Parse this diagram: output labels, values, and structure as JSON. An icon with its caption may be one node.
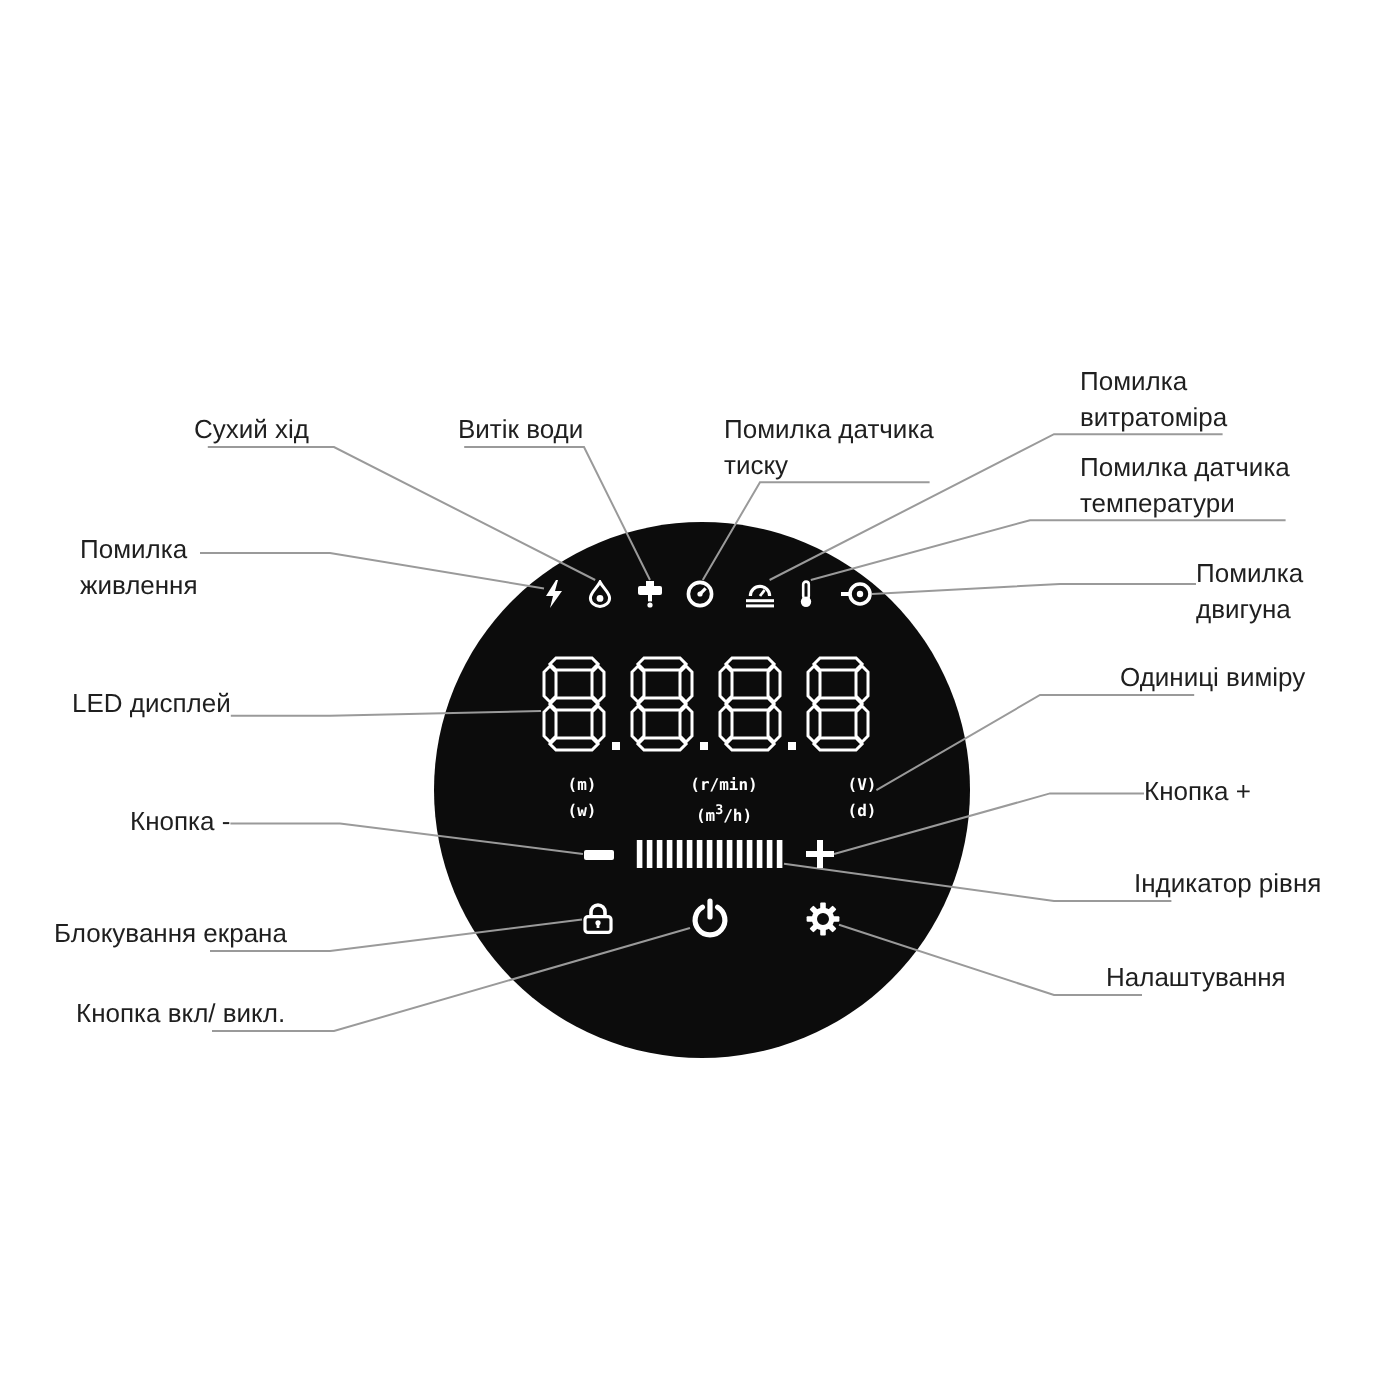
{
  "diagram": {
    "nodes": [
      {
        "text": [
          "Помилка витратоміра"
        ]
      },
      {
        "text": [
          "Сухий хід"
        ]
      },
      {
        "text": [
          "Витік води"
        ]
      },
      {
        "text": [
          "Помилка датчика тиску"
        ]
      },
      {
        "text": [
          "Помилка датчика температури"
        ]
      },
      {
        "text": [
          "Помилка живлення"
        ]
      },
      {
        "text": [
          "Помилка двигуна"
        ]
      },
      {
        "text": [],
        "shape": "circle"
      },
      {
        "text": [],
        "shape": "picture",
        "in": 7
      },
      {
        "text": [],
        "shape": "picture",
        "in": 7
      },
      {
        "text": [],
        "shape": "picture",
        "in": 7
      },
      {
        "text": [],
        "shape": "picture",
        "in": 7
      },
      {
        "text": [],
        "shape": "picture",
        "in": 7
      },
      {
        "text": [],
        "shape": "picture",
        "in": 7
      },
      {
        "text": [],
        "shape": "picture",
        "in": 7
      },
      {
        "text": [],
        "shape": "picture",
        "in": 7
      },
      {
        "text": [
          "(V)",
          "(d)"
        ],
        "in": 7
      },
      {
        "text": [],
        "shape": "bar",
        "in": 7
      },
      {
        "text": [],
        "shape": "bar",
        "in": 7
      },
      {
        "text": [],
        "shape": "picture",
        "in": 7
      },
      {
        "text": [],
        "shape": "picture",
        "in": 7
      },
      {
        "text": [],
        "shape": "picture",
        "in": 7
      },
      {
        "text": [],
        "shape": "picture",
        "in": 7
      },
      {
        "text": [
          "LED дисплей"
        ]
      },
      {
        "text": [
          "Одиниці виміру"
        ]
      },
      {
        "text": [
          "Кнопка -"
        ]
      },
      {
        "text": [
          "Кнопка +"
        ]
      },
      {
        "text": [
          "Індикатор рівня"
        ]
      },
      {
        "text": [
          "Блокування екрана"
        ]
      },
      {
        "text": [
          "Налаштування"
        ]
      },
      {
        "text": [
          "Кнопка вкл/ викл."
        ]
      }
    ],
    "edges": [
      {
        "from": 0,
        "to": 12,
        "arrow": "none"
      },
      {
        "from": 1,
        "to": 9,
        "arrow": "none"
      },
      {
        "from": 2,
        "to": 10,
        "arrow": "none"
      },
      {
        "from": 3,
        "to": 11,
        "arrow": "none"
      },
      {
        "from": 4,
        "to": 13,
        "arrow": "none"
      },
      {
        "from": 5,
        "to": 8,
        "arrow": "none"
      },
      {
        "from": 6,
        "to": 14,
        "arrow": "none"
      },
      {
        "from": 23,
        "to": 15,
        "arrow": "none"
      },
      {
        "from": 24,
        "to": 16,
        "arrow": "none"
      },
      {
        "from": 25,
        "to": 17,
        "arrow": "none"
      },
      {
        "from": 26,
        "to": 19,
        "arrow": "none"
      },
      {
        "from": 27,
        "to": 18,
        "arrow": "none"
      },
      {
        "from": 28,
        "to": 20,
        "arrow": "none"
      },
      {
        "from": 29,
        "to": 22,
        "arrow": "none"
      },
      {
        "from": 30,
        "to": 21,
        "arrow": "none"
      }
    ],
    "labels": [
      "(m)",
      "(r/min)",
      "(w)",
      "(m$^{3}$/h)"
    ]
  }
}
